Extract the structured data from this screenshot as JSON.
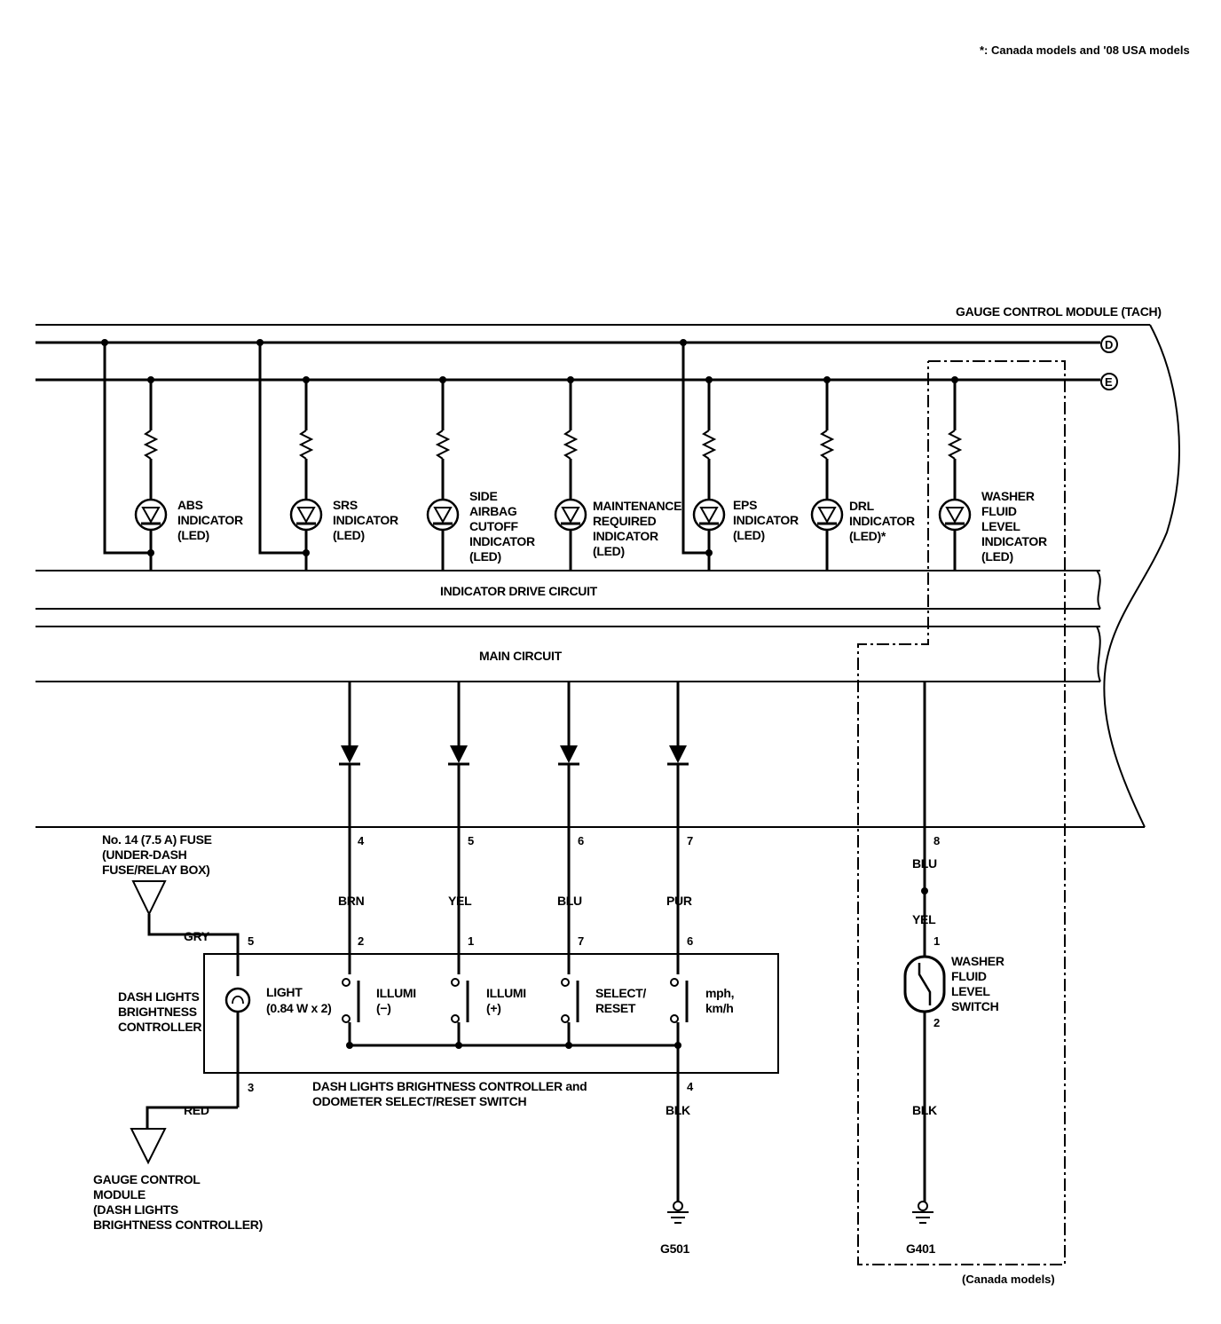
{
  "note": "*: Canada models and '08 USA models",
  "module_title": "GAUGE CONTROL MODULE (TACH)",
  "connectors": {
    "d": "D",
    "e": "E"
  },
  "indicators": [
    {
      "lines": [
        "ABS",
        "INDICATOR",
        "(LED)"
      ]
    },
    {
      "lines": [
        "SRS",
        "INDICATOR",
        "(LED)"
      ]
    },
    {
      "lines": [
        "SIDE",
        "AIRBAG",
        "CUTOFF",
        "INDICATOR",
        "(LED)"
      ]
    },
    {
      "lines": [
        "MAINTENANCE",
        "REQUIRED",
        "INDICATOR",
        "(LED)"
      ]
    },
    {
      "lines": [
        "EPS",
        "INDICATOR",
        "(LED)"
      ]
    },
    {
      "lines": [
        "DRL",
        "INDICATOR",
        "(LED)*"
      ]
    },
    {
      "lines": [
        "WASHER",
        "FLUID",
        "LEVEL",
        "INDICATOR",
        "(LED)"
      ]
    }
  ],
  "circuits": {
    "indicator_drive": "INDICATOR DRIVE CIRCUIT",
    "main": "MAIN CIRCUIT"
  },
  "fuse": {
    "lines": [
      "No. 14 (7.5 A) FUSE",
      "(UNDER-DASH",
      "FUSE/RELAY BOX)"
    ]
  },
  "gcm_bottom": {
    "lines": [
      "GAUGE CONTROL",
      "MODULE",
      "(DASH LIGHTS",
      "BRIGHTNESS CONTROLLER)"
    ]
  },
  "controller_side": {
    "lines": [
      "DASH LIGHTS",
      "BRIGHTNESS",
      "CONTROLLER"
    ]
  },
  "light": {
    "lines": [
      "LIGHT",
      "(0.84 W x 2)"
    ]
  },
  "switches": [
    {
      "lines": [
        "ILLUMI",
        "(−)"
      ]
    },
    {
      "lines": [
        "ILLUMI",
        "(+)"
      ]
    },
    {
      "lines": [
        "SELECT/",
        "RESET"
      ]
    },
    {
      "lines": [
        "mph,",
        "km/h"
      ]
    }
  ],
  "box_caption": {
    "lines": [
      "DASH LIGHTS BRIGHTNESS CONTROLLER and",
      "ODOMETER SELECT/RESET SWITCH"
    ]
  },
  "gcm_pins": [
    "4",
    "5",
    "6",
    "7",
    "8"
  ],
  "wire_colors": [
    "BRN",
    "YEL",
    "BLU",
    "PUR"
  ],
  "controller_pins": [
    "2",
    "1",
    "7",
    "6"
  ],
  "gry": {
    "wire": "GRY",
    "pin": "5"
  },
  "red": {
    "wire": "RED",
    "pin": "3"
  },
  "ground_pin": "4",
  "blk1": "BLK",
  "g501": "G501",
  "washer_wire": {
    "blu": "BLU",
    "yel": "YEL",
    "pin1": "1",
    "pin2": "2",
    "blk": "BLK"
  },
  "washer_switch": {
    "lines": [
      "WASHER",
      "FLUID",
      "LEVEL",
      "SWITCH"
    ]
  },
  "g401": "G401",
  "canada_models": "(Canada models)"
}
